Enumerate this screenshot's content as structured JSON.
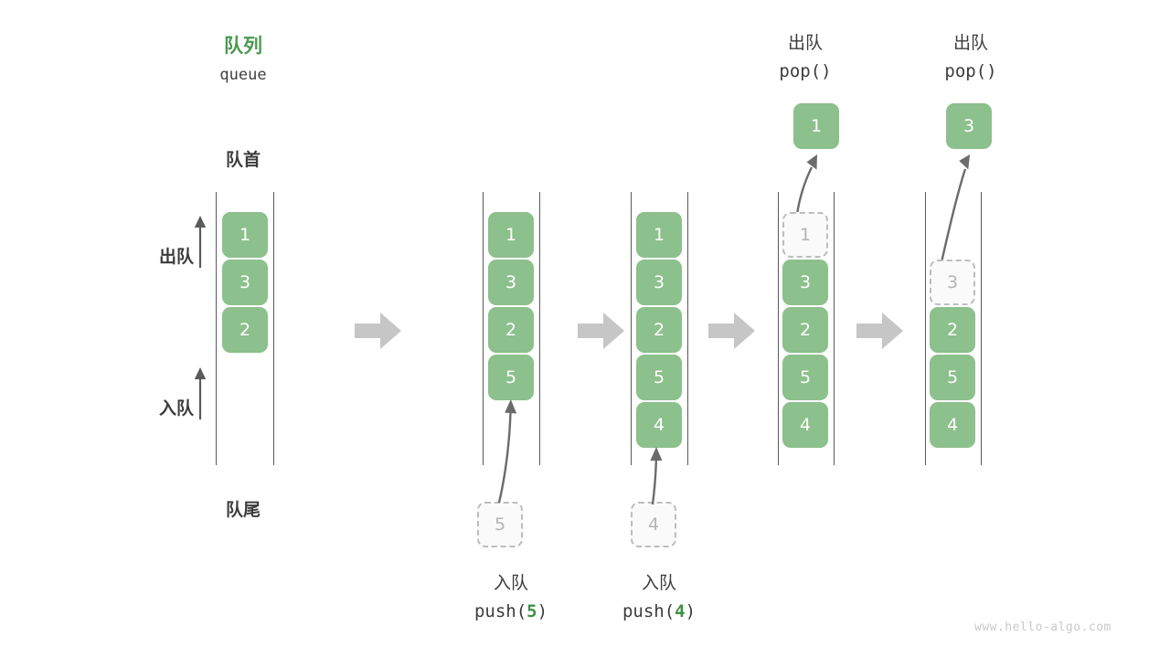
{
  "figure": {
    "title_cn": "队列",
    "title_en": "queue",
    "front_label": "队首",
    "rear_label": "队尾",
    "dequeue_label": "出队",
    "enqueue_label": "入队",
    "watermark": "www.hello-algo.com"
  },
  "colors": {
    "element_fill": "#8cc08c",
    "element_text": "#ffffff",
    "ghost_fill": "#fafafa",
    "ghost_border": "#bdbdbd",
    "ghost_text": "#b4b4b4",
    "rail": "#5a5a5a",
    "flow_arrow": "#c6c6c6",
    "accent_green": "#4c9a51",
    "text": "#3c3c3c",
    "watermark": "#c9c9c9"
  },
  "stages": [
    {
      "id": "initial",
      "items": [
        "1",
        "3",
        "2"
      ],
      "ghost_index": null,
      "operation_cn": null,
      "operation_code": null,
      "operation_arg": null,
      "popped_value": null,
      "incoming_value": null
    },
    {
      "id": "push-5",
      "items": [
        "1",
        "3",
        "2",
        "5"
      ],
      "ghost_index": null,
      "operation_cn": "入队",
      "operation_code_prefix": "push(",
      "operation_arg": "5",
      "operation_code_suffix": ")",
      "popped_value": null,
      "incoming_value": "5"
    },
    {
      "id": "push-4",
      "items": [
        "1",
        "3",
        "2",
        "5",
        "4"
      ],
      "ghost_index": null,
      "operation_cn": "入队",
      "operation_code_prefix": "push(",
      "operation_arg": "4",
      "operation_code_suffix": ")",
      "popped_value": null,
      "incoming_value": "4"
    },
    {
      "id": "pop-1",
      "items": [
        "1",
        "3",
        "2",
        "5",
        "4"
      ],
      "ghost_index": 0,
      "operation_cn": "出队",
      "operation_code_prefix": "pop(",
      "operation_arg": "",
      "operation_code_suffix": ")",
      "popped_value": "1",
      "incoming_value": null
    },
    {
      "id": "pop-3",
      "items": [
        "",
        "3",
        "2",
        "5",
        "4"
      ],
      "ghost_index": 1,
      "operation_cn": "出队",
      "operation_code_prefix": "pop(",
      "operation_arg": "",
      "operation_code_suffix": ")",
      "popped_value": "3",
      "incoming_value": null
    }
  ]
}
